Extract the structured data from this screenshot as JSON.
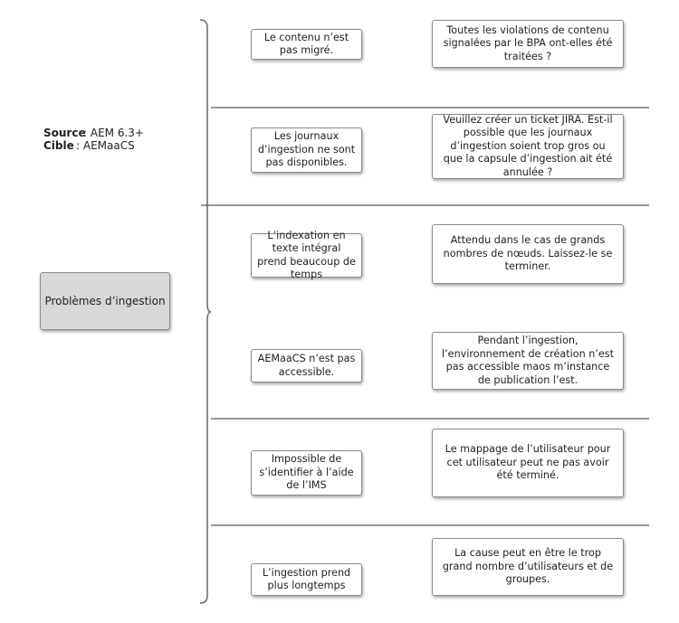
{
  "meta": {
    "source_label": "Source",
    "source_value": ": AEM 6.3+",
    "target_label": "Cible",
    "target_value": ": AEMaaCS"
  },
  "root": {
    "label": "Problèmes d’ingestion"
  },
  "rows": [
    {
      "issue": "Le contenu n’est pas migré.",
      "answer": "Toutes les violations de contenu signalées par le BPA ont-elles été traitées ?"
    },
    {
      "issue": "Les journaux d’ingestion ne sont pas disponibles.",
      "answer": "Veuillez créer un ticket JIRA. Est-il possible que les journaux d’ingestion soient trop gros ou que la capsule d’ingestion ait été annulée ?"
    },
    {
      "issue": "L’indexation en texte intégral prend beaucoup de temps",
      "answer": "Attendu dans le cas de grands nombres de nœuds. Laissez-le se terminer."
    },
    {
      "issue": "AEMaaCS n’est pas accessible.",
      "answer": "Pendant l’ingestion, l’environnement de création n’est pas accessible maos m’instance de publication l’est."
    },
    {
      "issue": "Impossible de s’identifier à l’aide de l’IMS",
      "answer": "Le mappage de l’utilisateur pour cet utilisateur peut ne pas avoir été terminé."
    },
    {
      "issue": "L’ingestion prend plus longtemps",
      "answer": "La cause peut en être le trop grand nombre d’utilisateurs et de groupes."
    }
  ]
}
